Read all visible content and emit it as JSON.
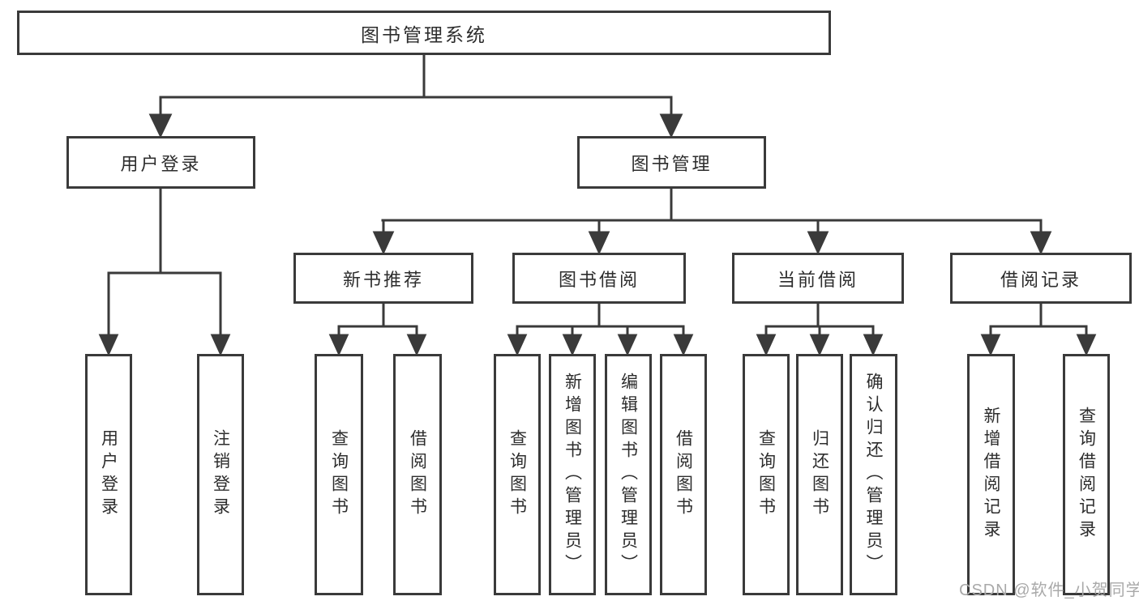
{
  "watermark": "CSDN @软件_小贺同学",
  "colors": {
    "line": "#3a3a3a",
    "text": "#2d2d2d",
    "box_background": "#ffffff",
    "watermark_gray": "#a9a9a9"
  },
  "tree": {
    "label": "图书管理系统",
    "children": [
      {
        "label": "用户登录",
        "children": [
          {
            "label": "用户登录"
          },
          {
            "label": "注销登录"
          }
        ]
      },
      {
        "label": "图书管理",
        "children": [
          {
            "label": "新书推荐",
            "children": [
              {
                "label": "查询图书"
              },
              {
                "label": "借阅图书"
              }
            ]
          },
          {
            "label": "图书借阅",
            "children": [
              {
                "label": "查询图书"
              },
              {
                "label": "新增图书（管理员）"
              },
              {
                "label": "编辑图书（管理员）"
              },
              {
                "label": "借阅图书"
              }
            ]
          },
          {
            "label": "当前借阅",
            "children": [
              {
                "label": "查询图书"
              },
              {
                "label": "归还图书"
              },
              {
                "label": "确认归还（管理员）"
              }
            ]
          },
          {
            "label": "借阅记录",
            "children": [
              {
                "label": "新增借阅记录"
              },
              {
                "label": "查询借阅记录"
              }
            ]
          }
        ]
      }
    ]
  }
}
